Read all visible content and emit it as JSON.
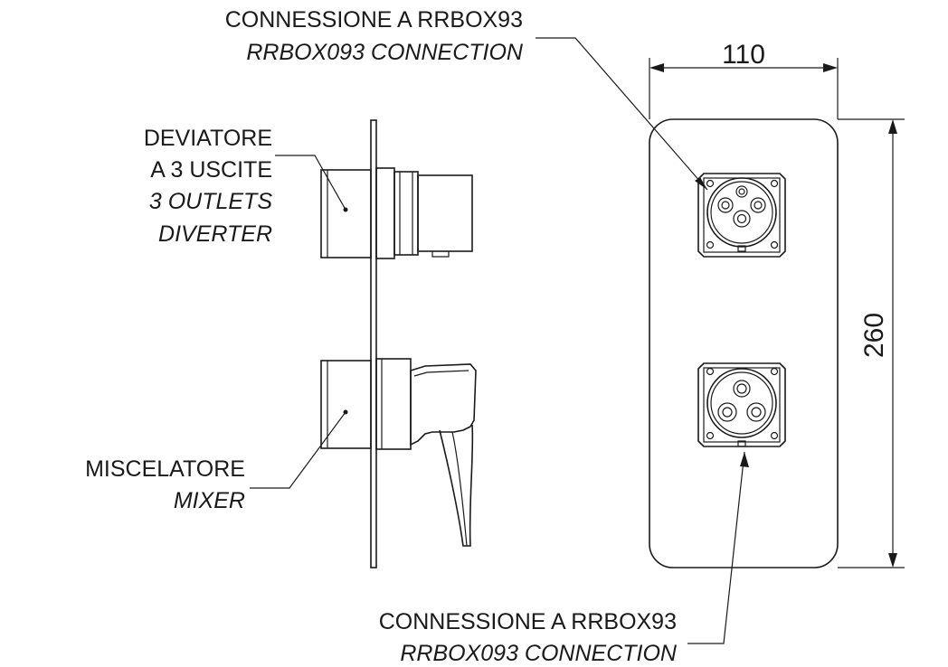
{
  "labels": {
    "top_connection_it": "CONNESSIONE A RRBOX93",
    "top_connection_en": "RRBOX093 CONNECTION",
    "diverter_it_1": "DEVIATORE",
    "diverter_it_2": "A 3 USCITE",
    "diverter_en_1": "3 OUTLETS",
    "diverter_en_2": "DIVERTER",
    "mixer_it": "MISCELATORE",
    "mixer_en": "MIXER",
    "bottom_connection_it": "CONNESSIONE A RRBOX93",
    "bottom_connection_en": "RRBOX093 CONNECTION"
  },
  "dimensions": {
    "width": "110",
    "height": "260"
  }
}
